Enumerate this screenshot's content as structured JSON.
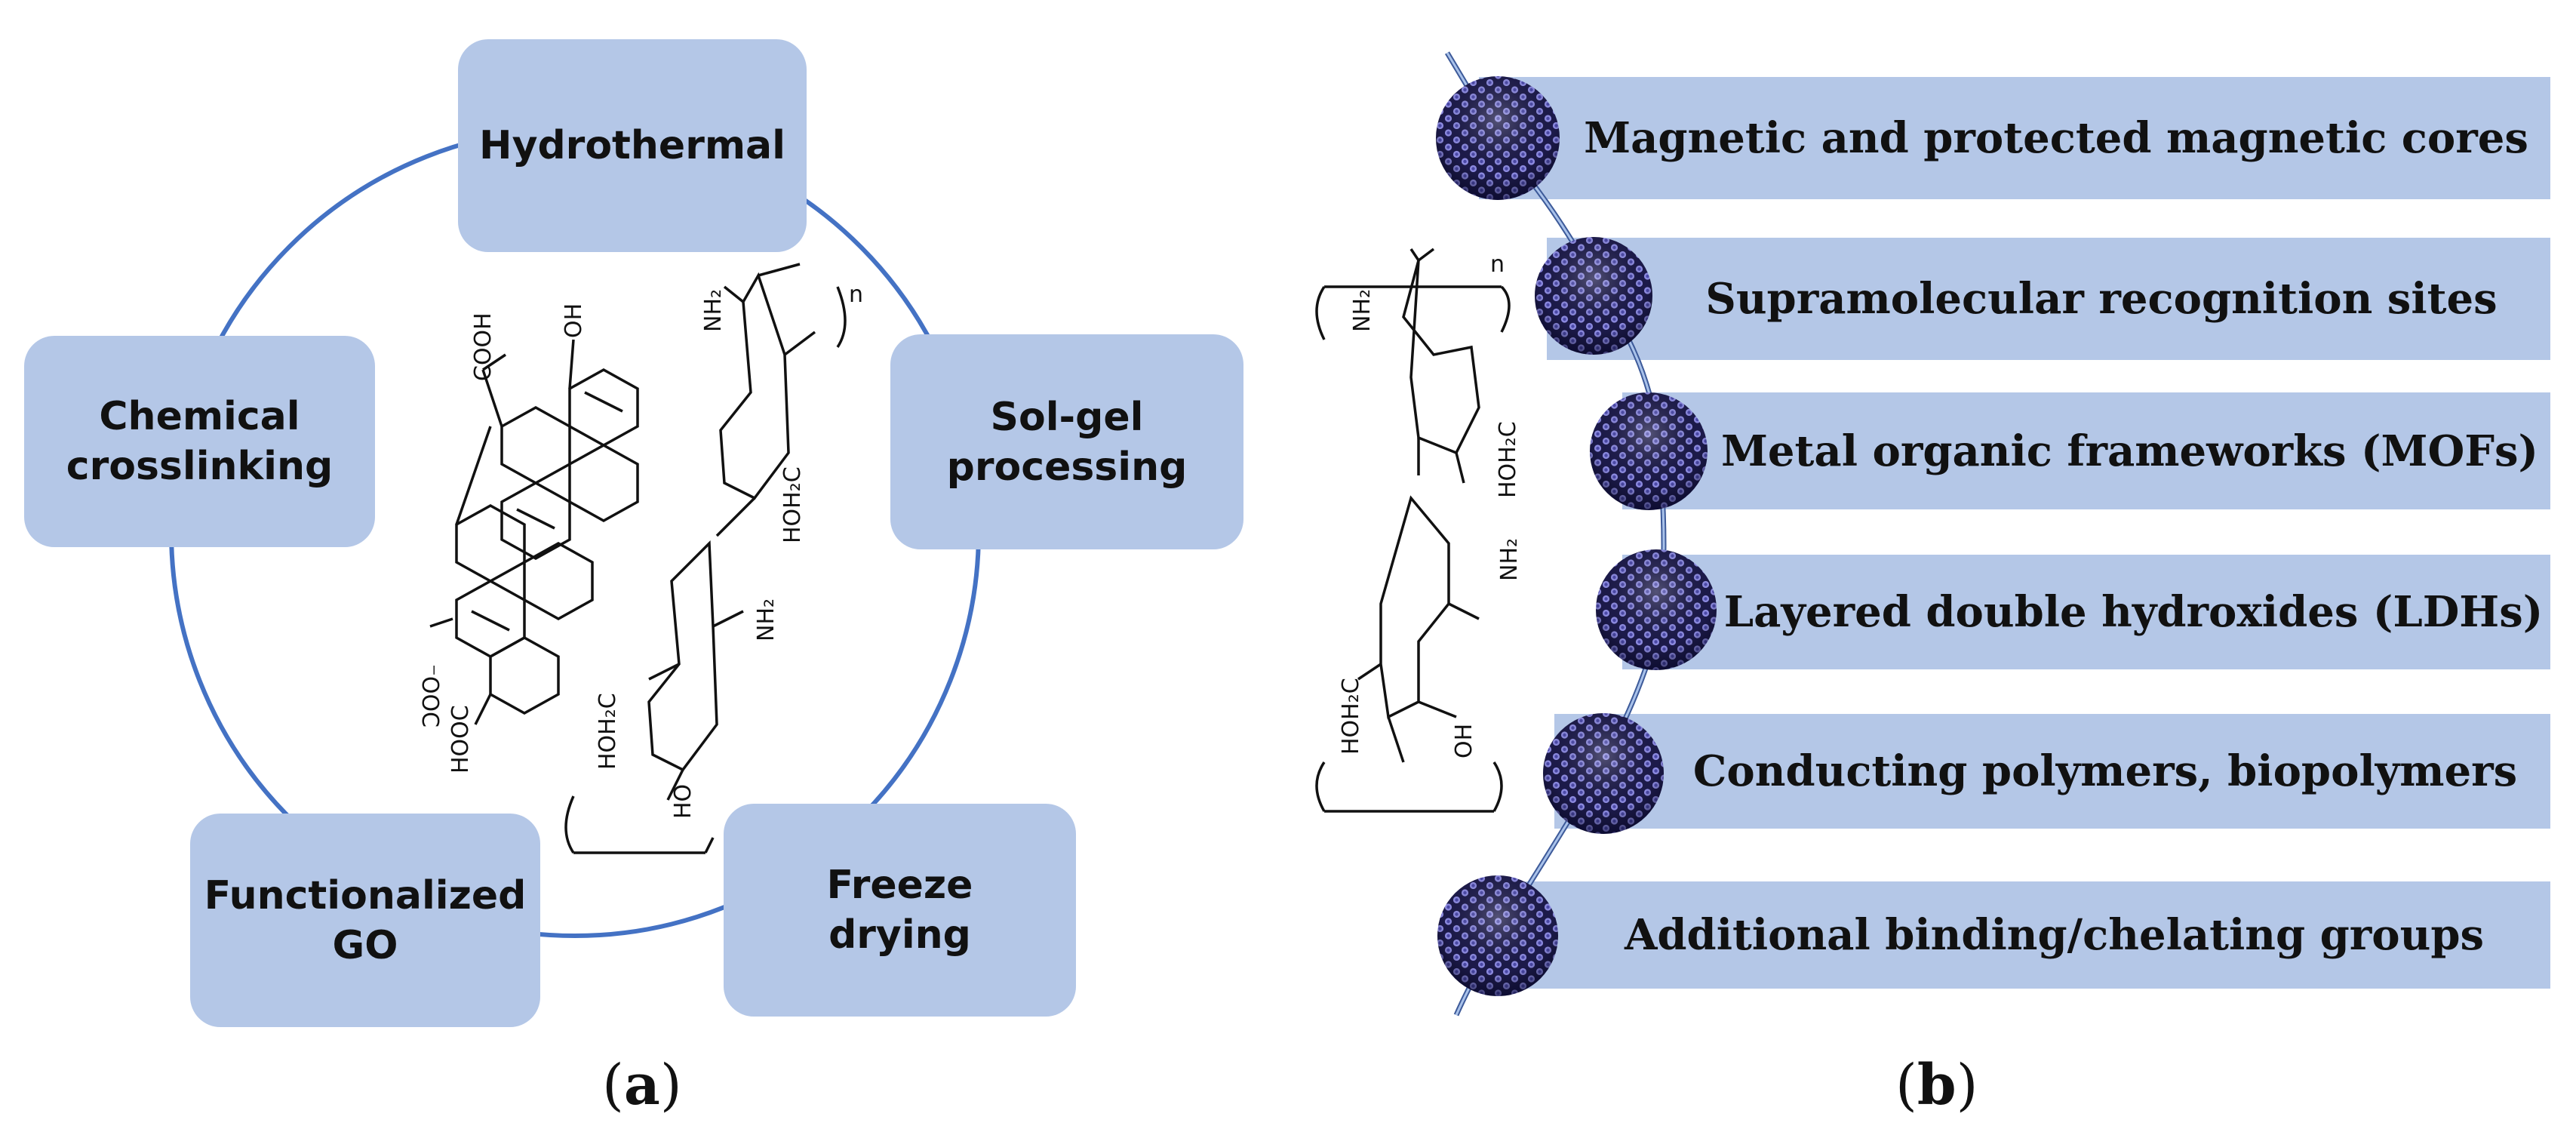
{
  "colors": {
    "box_fill": "#b4c7e7",
    "ring_stroke": "#4472c4",
    "sphere_dark": "#1c1a4a",
    "sphere_light": "#7c7ad8",
    "text": "#111111"
  },
  "panel_a": {
    "label_open": "(",
    "label_letter": "a",
    "label_close": ")",
    "boxes": [
      {
        "label": "Hydrothermal"
      },
      {
        "label": "Sol-gel\nprocessing"
      },
      {
        "label": "Freeze\ndrying"
      },
      {
        "label": "Functionalized\nGO"
      },
      {
        "label": "Chemical\ncrosslinking"
      }
    ],
    "go_structure_labels": {
      "cooh_top": "COOH",
      "oh_top": "OH",
      "coo_minus": "⁻OOC",
      "hooc_bottom": "HOOC"
    },
    "chitosan_labels": {
      "n": "n",
      "nh2_top": "NH₂",
      "hoh2c_top": "HOH₂C",
      "nh2_mid": "NH₂",
      "hoh2c_bottom": "HOH₂C",
      "ho": "HO"
    }
  },
  "panel_b": {
    "label_open": "(",
    "label_letter": "b",
    "label_close": ")",
    "bars": [
      {
        "label": "Magnetic and protected magnetic cores"
      },
      {
        "label": "Supramolecular recognition sites"
      },
      {
        "label": "Metal organic frameworks (MOFs)"
      },
      {
        "label": "Layered double hydroxides (LDHs)"
      },
      {
        "label": "Conducting polymers, biopolymers"
      },
      {
        "label": "Additional binding/chelating groups"
      }
    ],
    "chitosan_labels": {
      "n": "n",
      "nh2_top": "NH₂",
      "hoh2c_top": "HOH₂C",
      "nh2_mid": "NH₂",
      "hoh2c_bottom": "HOH₂C",
      "oh": "OH"
    }
  }
}
